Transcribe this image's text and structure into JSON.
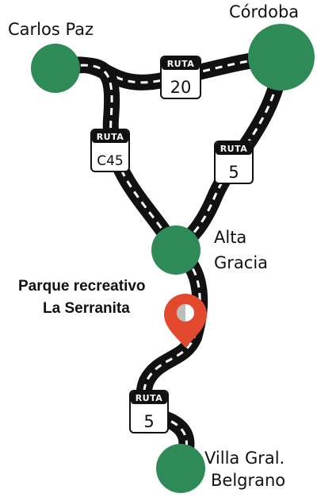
{
  "cities": {
    "carlos_paz": "Carlos Paz",
    "cordoba": "Córdoba",
    "alta_gracia_line1": "Alta",
    "alta_gracia_line2": "Gracia",
    "villa_belgrano_line1": "Villa Gral.",
    "villa_belgrano_line2": "Belgrano"
  },
  "poi": {
    "line1": "Parque recreativo",
    "line2": "La Serranita",
    "icon": "location-pin-icon"
  },
  "shields": {
    "ruta_20": {
      "label": "RUTA",
      "number": "20"
    },
    "ruta_c45": {
      "label": "RUTA",
      "number": "C45"
    },
    "ruta_5_upper": {
      "label": "RUTA",
      "number": "5"
    },
    "ruta_5_lower": {
      "label": "RUTA",
      "number": "5"
    }
  },
  "colors": {
    "node": "#2e8b57",
    "road": "#111111",
    "road_dash": "#ffffff",
    "pin": "#e2492d"
  }
}
